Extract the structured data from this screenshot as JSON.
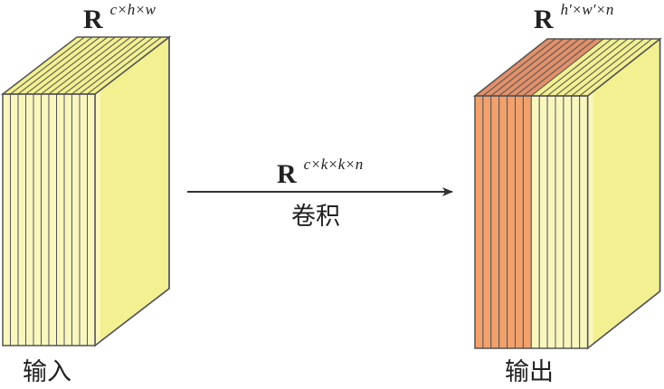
{
  "input_block": {
    "label": "输入",
    "space_symbol": "R",
    "space_dims": "c×h×w",
    "layer_count": 12,
    "colored_layer_count": 0,
    "colors": {
      "fill": "#f6f3a4",
      "front": "#f9f6be",
      "side": "#f2f090",
      "stroke": "#555555"
    }
  },
  "operation": {
    "label": "卷积",
    "space_symbol": "R",
    "space_dims": "c×k×k×n"
  },
  "output_block": {
    "label": "输出",
    "space_symbol": "R",
    "space_dims": "h′×w′×n",
    "layer_count": 14,
    "colored_layer_count": 7,
    "colors": {
      "colored_front": "#f2a16c",
      "colored_top": "#e2906a",
      "fill": "#f6f3a4",
      "front": "#f9f6be",
      "side": "#f2f090",
      "stroke": "#555555"
    }
  }
}
